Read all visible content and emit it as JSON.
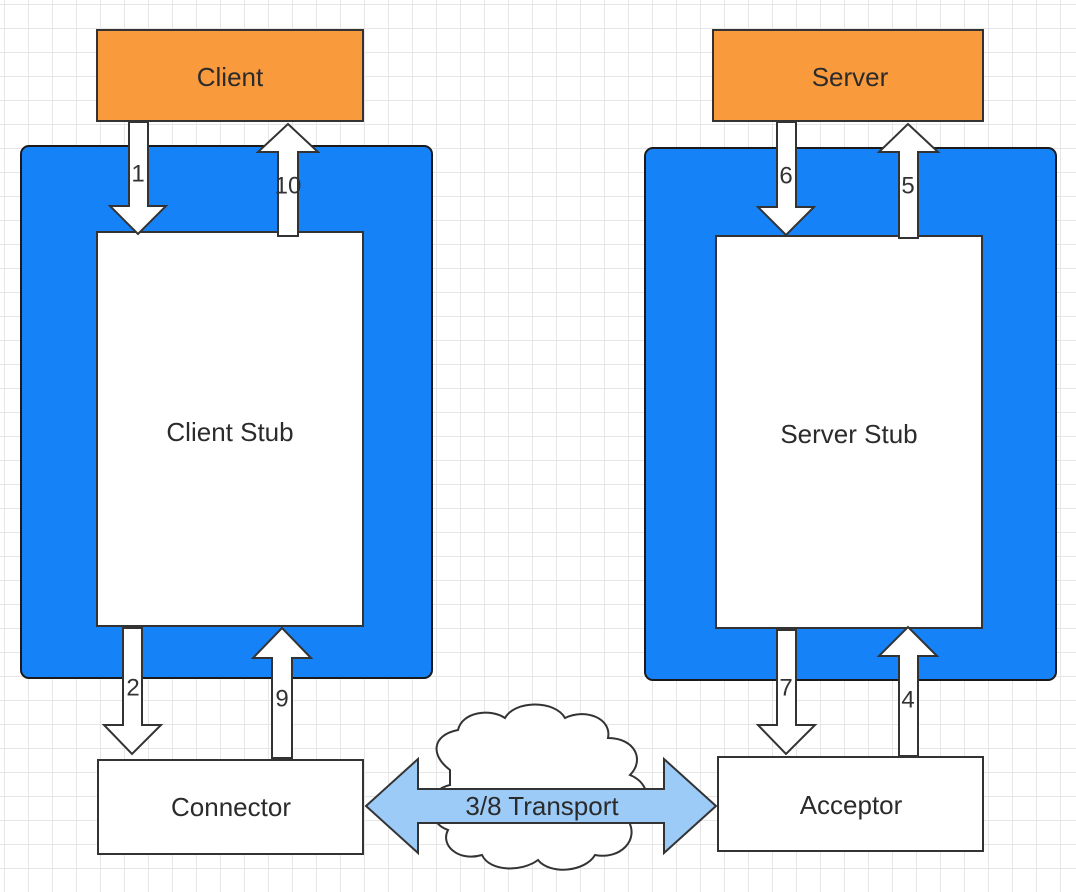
{
  "nodes": {
    "client": "Client",
    "server": "Server",
    "client_stub": "Client Stub",
    "server_stub": "Server Stub",
    "connector": "Connector",
    "acceptor": "Acceptor",
    "transport": "3/8 Transport"
  },
  "steps": {
    "s1": "1",
    "s2": "2",
    "s4": "4",
    "s5": "5",
    "s6": "6",
    "s7": "7",
    "s9": "9",
    "s10": "10"
  },
  "colors": {
    "client_server_fill": "#f99a3c",
    "stub_container": "#1682f8",
    "transport_arrow": "#9ccbf8",
    "arrow_fill": "#ffffff",
    "stroke": "#333333"
  }
}
